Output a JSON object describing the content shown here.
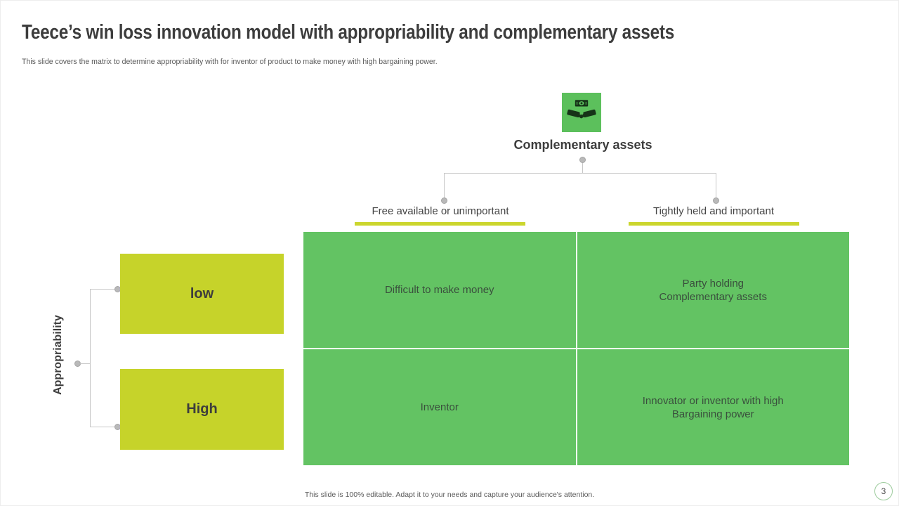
{
  "slide": {
    "title": "Teece’s win loss innovation model with appropriability and complementary assets",
    "subtitle": "This slide covers the matrix to determine appropriability with for inventor of product to make money with high bargaining power.",
    "footer": "This slide is 100% editable. Adapt it to your needs and capture your audience's attention.",
    "page_number": "3"
  },
  "diagram": {
    "top_axis": {
      "icon": "handshake-money-icon",
      "label": "Complementary assets",
      "columns": [
        {
          "label": "Free available or unimportant"
        },
        {
          "label": "Tightly held and important"
        }
      ]
    },
    "left_axis": {
      "label": "Appropriability",
      "rows": [
        {
          "label": "low"
        },
        {
          "label": "High"
        }
      ]
    },
    "cells": [
      {
        "row": "low",
        "column": "Free available or unimportant",
        "lines": [
          "Difficult to make money"
        ]
      },
      {
        "row": "low",
        "column": "Tightly held and important",
        "lines": [
          "Party holding",
          "Complementary assets"
        ]
      },
      {
        "row": "High",
        "column": "Free available or unimportant",
        "lines": [
          "Inventor"
        ]
      },
      {
        "row": "High",
        "column": "Tightly held and important",
        "lines": [
          "Innovator or inventor with high",
          "Bargaining power"
        ]
      }
    ]
  },
  "colors": {
    "matrix_green": "#63c363",
    "icon_green": "#5cc05c",
    "accent_yellow": "#c6d32a",
    "underline_yellow": "#cbd62e",
    "connector_gray": "#c7c7c7",
    "text_dark": "#3d3d3d"
  }
}
